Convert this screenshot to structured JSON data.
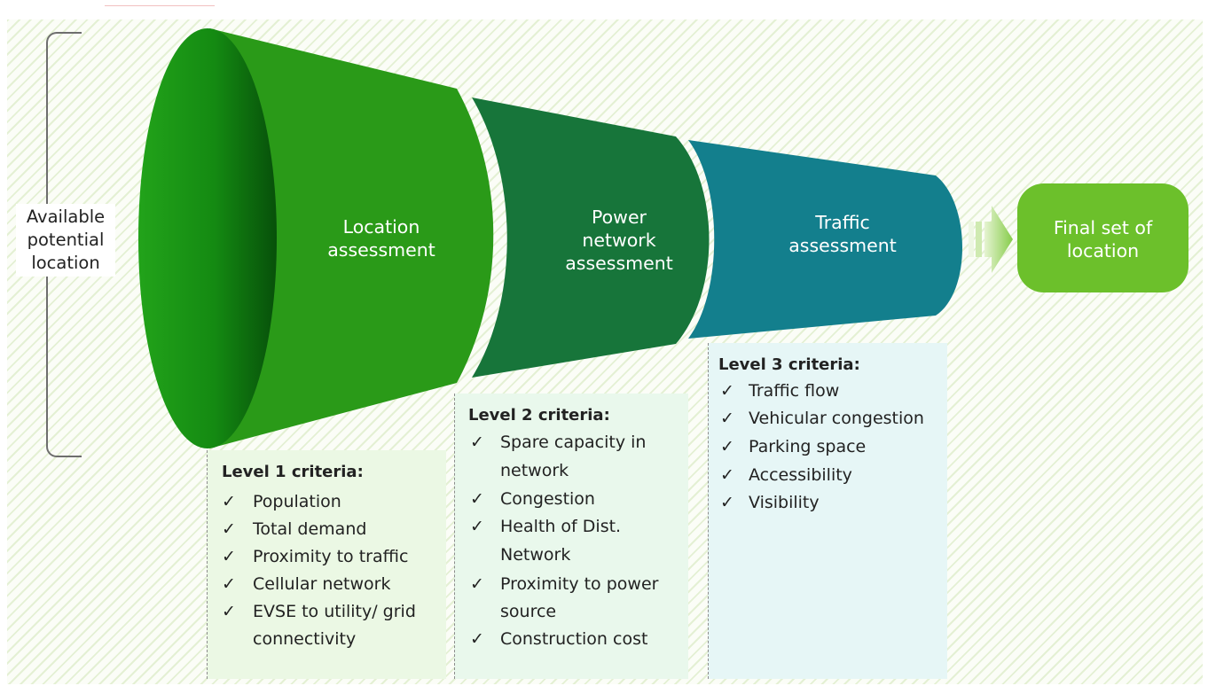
{
  "left_label": [
    "Available",
    "potential",
    "location"
  ],
  "stages": [
    {
      "lines": [
        "Location",
        "assessment"
      ],
      "color": "#2a9a18"
    },
    {
      "lines": [
        "Power",
        "network",
        "assessment"
      ],
      "color": "#17753a"
    },
    {
      "lines": [
        "Traffic",
        "assessment"
      ],
      "color": "#137f8d"
    }
  ],
  "final": {
    "lines": [
      "Final set of",
      "location"
    ],
    "color": "#6cc02b"
  },
  "criteria": [
    {
      "title": "Level 1 criteria:",
      "items": [
        [
          "Population"
        ],
        [
          "Total demand"
        ],
        [
          "Proximity to traffic"
        ],
        [
          "Cellular network"
        ],
        [
          "EVSE to utility/ grid",
          "connectivity"
        ]
      ]
    },
    {
      "title": "Level 2 criteria:",
      "items": [
        [
          "Spare capacity in",
          "network"
        ],
        [
          "Congestion"
        ],
        [
          "Health of Dist.",
          "Network"
        ],
        [
          "Proximity to power",
          "source"
        ],
        [
          "Construction cost"
        ]
      ]
    },
    {
      "title": "Level 3 criteria:",
      "items": [
        [
          "Traffic flow"
        ],
        [
          "Vehicular congestion"
        ],
        [
          "Parking space"
        ],
        [
          "Accessibility"
        ],
        [
          "Visibility"
        ]
      ]
    }
  ],
  "check_mark": "✓"
}
